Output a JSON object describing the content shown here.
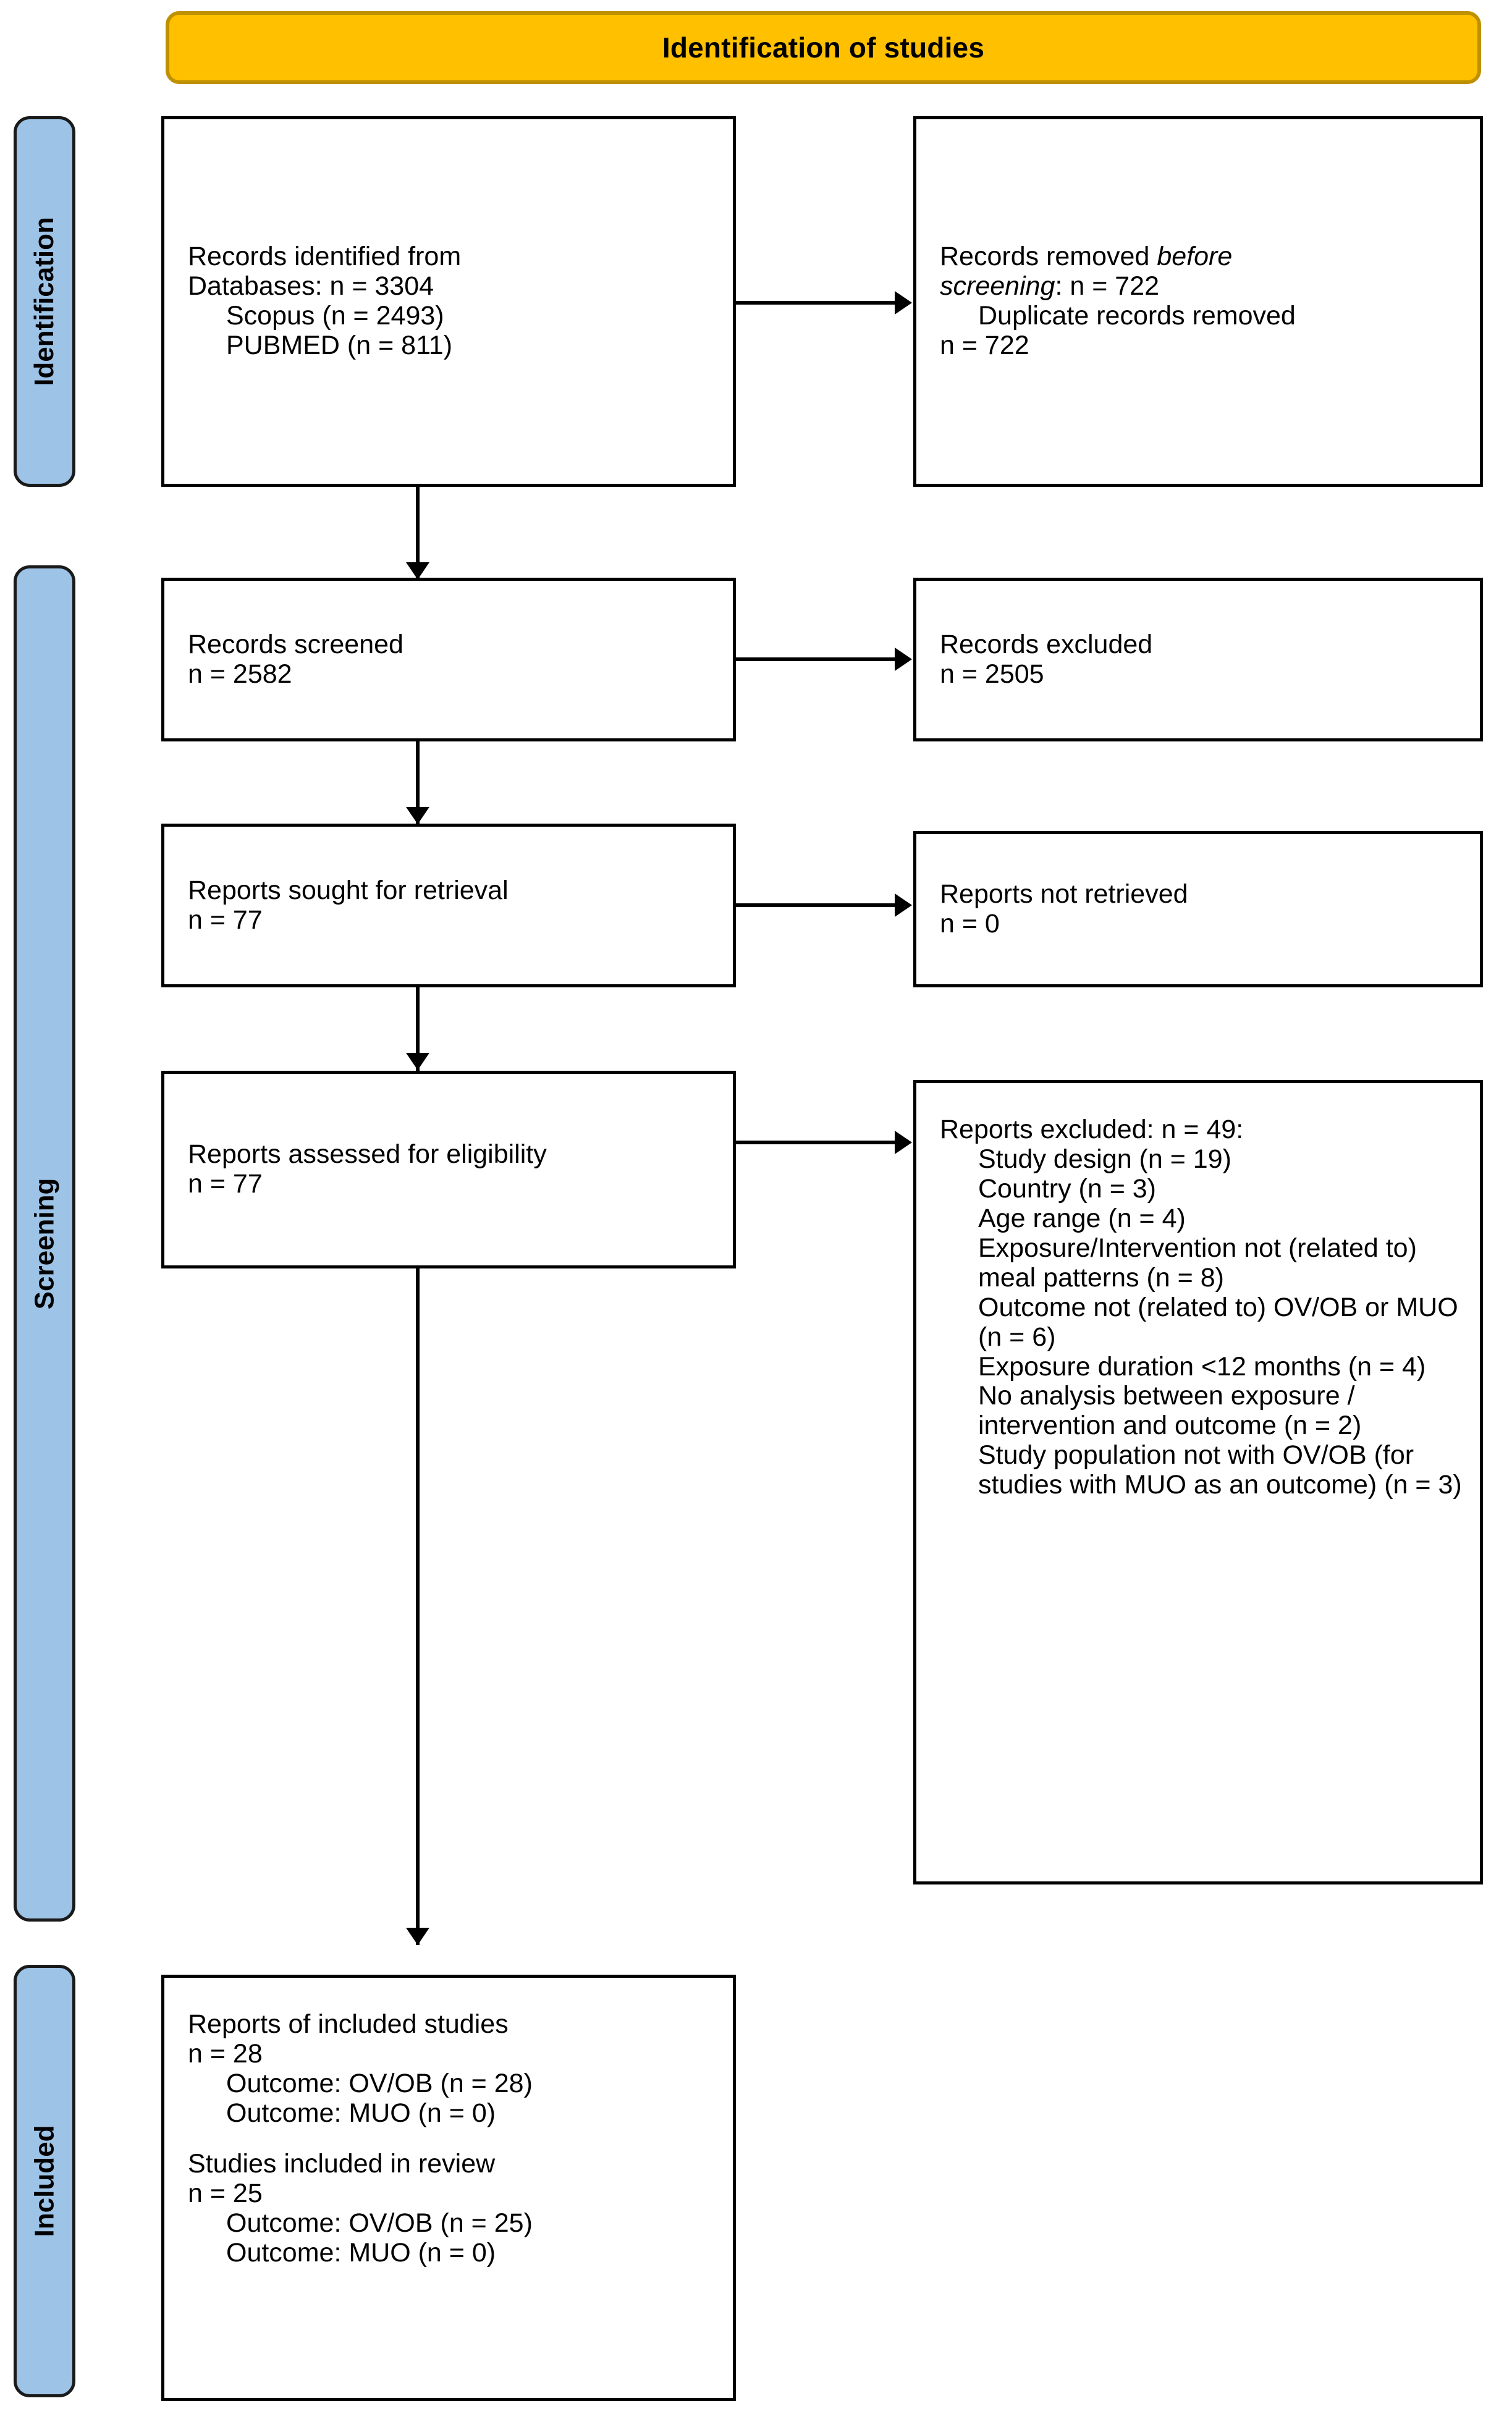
{
  "banner": {
    "title": "Identification of studies",
    "fill_color": "#FFC000",
    "border_color": "#BF9000"
  },
  "rails": [
    {
      "label": "Identification",
      "fill_color": "#9DC3E6"
    },
    {
      "label": "Screening",
      "fill_color": "#9DC3E6"
    },
    {
      "label": "Included",
      "fill_color": "#9DC3E6"
    }
  ],
  "boxes": {
    "identified": {
      "line1": "Records identified from",
      "line2": "Databases: n = 3304",
      "line3": "Scopus (n = 2493)",
      "line4": "PUBMED (n = 811)"
    },
    "removed_before_screening": {
      "line1_plain": "Records removed ",
      "line1_italic": "before",
      "line2_italic": "screening",
      "line2_plain": ": n = 722",
      "line3": "Duplicate records removed",
      "line4": "n = 722"
    },
    "records_screened": {
      "line1": "Records screened",
      "line2": "n = 2582"
    },
    "records_excluded": {
      "line1": "Records excluded",
      "line2": "n = 2505"
    },
    "reports_sought": {
      "line1": "Reports sought for retrieval",
      "line2": "n = 77"
    },
    "reports_not_retrieved": {
      "line1": "Reports not retrieved",
      "line2": "n = 0"
    },
    "reports_assessed": {
      "line1": "Reports assessed for eligibility",
      "line2": "n = 77"
    },
    "reports_excluded": {
      "heading": "Reports excluded: n = 49:",
      "reasons": [
        "Study design (n = 19)",
        "Country (n = 3)",
        "Age range (n = 4)",
        "Exposure/Intervention not (related to) meal patterns (n = 8)",
        "Outcome not (related to) OV/OB or MUO (n = 6)",
        "Exposure duration <12 months (n = 4)",
        "No analysis between exposure / intervention and outcome (n = 2)",
        "Study population not with OV/OB (for studies with MUO as an outcome) (n = 3)"
      ]
    },
    "included": {
      "line1": "Reports of included studies",
      "line2": "n = 28",
      "line3": "Outcome: OV/OB (n = 28)",
      "line4": "Outcome: MUO (n = 0)",
      "line5": "Studies included in review",
      "line6": "n = 25",
      "line7": "Outcome: OV/OB (n = 25)",
      "line8": "Outcome: MUO (n = 0)"
    }
  },
  "chart_data": {
    "type": "diagram",
    "title": "Identification of studies",
    "stages": [
      "Identification",
      "Screening",
      "Included"
    ],
    "nodes": [
      {
        "id": "identified",
        "stage": "Identification",
        "label": "Records identified from Databases",
        "n": 3304,
        "sources": [
          {
            "name": "Scopus",
            "n": 2493
          },
          {
            "name": "PUBMED",
            "n": 811
          }
        ]
      },
      {
        "id": "removed_before_screening",
        "stage": "Identification",
        "label": "Records removed before screening",
        "n": 722,
        "sources": [
          {
            "name": "Duplicate records removed",
            "n": 722
          }
        ]
      },
      {
        "id": "records_screened",
        "stage": "Screening",
        "label": "Records screened",
        "n": 2582
      },
      {
        "id": "records_excluded",
        "stage": "Screening",
        "label": "Records excluded",
        "n": 2505
      },
      {
        "id": "reports_sought",
        "stage": "Screening",
        "label": "Reports sought for retrieval",
        "n": 77
      },
      {
        "id": "reports_not_retrieved",
        "stage": "Screening",
        "label": "Reports not retrieved",
        "n": 0
      },
      {
        "id": "reports_assessed",
        "stage": "Screening",
        "label": "Reports assessed for eligibility",
        "n": 77
      },
      {
        "id": "reports_excluded",
        "stage": "Screening",
        "label": "Reports excluded",
        "n": 49,
        "reasons": [
          {
            "reason": "Study design",
            "n": 19
          },
          {
            "reason": "Country",
            "n": 3
          },
          {
            "reason": "Age range",
            "n": 4
          },
          {
            "reason": "Exposure/Intervention not (related to) meal patterns",
            "n": 8
          },
          {
            "reason": "Outcome not (related to) OV/OB or MUO",
            "n": 6
          },
          {
            "reason": "Exposure duration <12 months",
            "n": 4
          },
          {
            "reason": "No analysis between exposure / intervention and outcome",
            "n": 2
          },
          {
            "reason": "Study population not with OV/OB (for studies with MUO as an outcome)",
            "n": 3
          }
        ]
      },
      {
        "id": "included_reports",
        "stage": "Included",
        "label": "Reports of included studies",
        "n": 28,
        "outcomes": [
          {
            "name": "OV/OB",
            "n": 28
          },
          {
            "name": "MUO",
            "n": 0
          }
        ]
      },
      {
        "id": "included_studies",
        "stage": "Included",
        "label": "Studies included in review",
        "n": 25,
        "outcomes": [
          {
            "name": "OV/OB",
            "n": 25
          },
          {
            "name": "MUO",
            "n": 0
          }
        ]
      }
    ],
    "edges": [
      {
        "from": "identified",
        "to": "removed_before_screening",
        "direction": "right"
      },
      {
        "from": "identified",
        "to": "records_screened",
        "direction": "down"
      },
      {
        "from": "records_screened",
        "to": "records_excluded",
        "direction": "right"
      },
      {
        "from": "records_screened",
        "to": "reports_sought",
        "direction": "down"
      },
      {
        "from": "reports_sought",
        "to": "reports_not_retrieved",
        "direction": "right"
      },
      {
        "from": "reports_sought",
        "to": "reports_assessed",
        "direction": "down"
      },
      {
        "from": "reports_assessed",
        "to": "reports_excluded",
        "direction": "right"
      },
      {
        "from": "reports_assessed",
        "to": "included_reports",
        "direction": "down"
      }
    ]
  }
}
